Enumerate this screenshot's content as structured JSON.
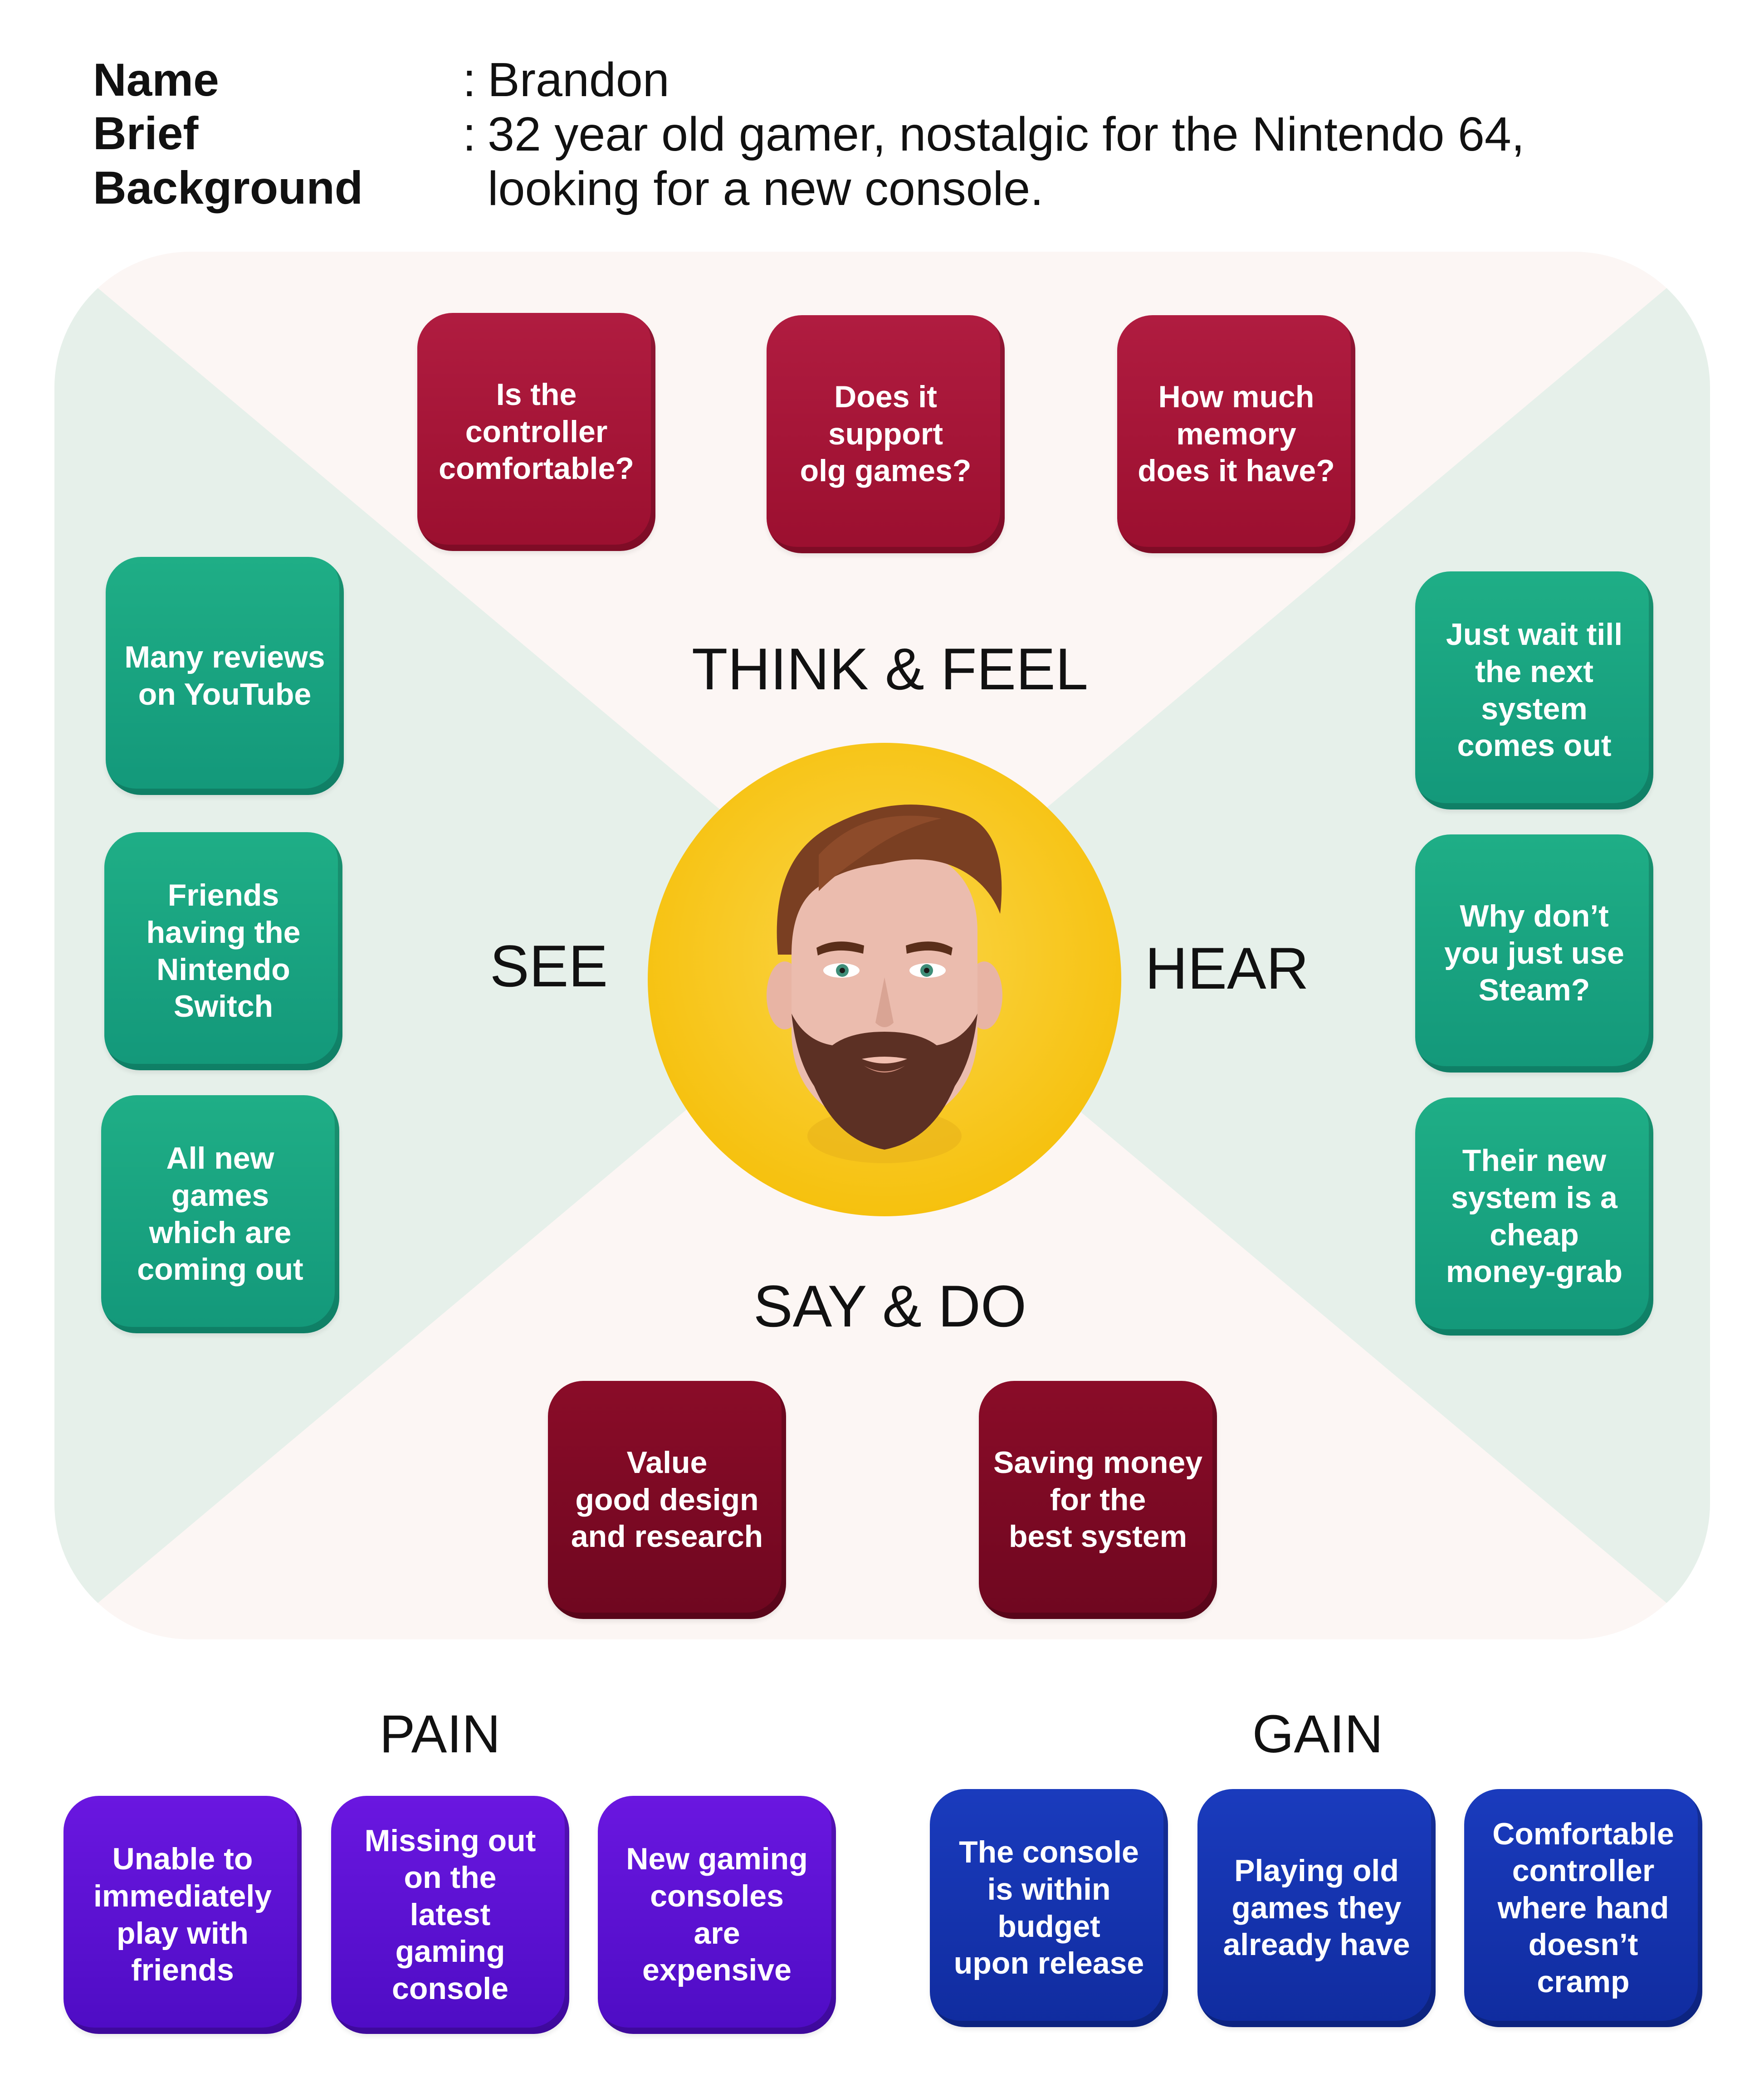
{
  "persona": {
    "name_label": "Name",
    "name_colon": ":",
    "name_value": "Brandon",
    "brief_label": "Brief",
    "background_label": "Background",
    "background_colon": ":",
    "background_line1": "32 year old gamer, nostalgic for the Nintendo 64,",
    "background_line2": "looking for a new console."
  },
  "quadrants": {
    "think_feel": "THINK & FEEL",
    "see": "SEE",
    "hear": "HEAR",
    "say_do": "SAY & DO"
  },
  "think_feel_cards": [
    "Is the\ncontroller\ncomfortable?",
    "Does it\nsupport\nolg games?",
    "How much\nmemory\ndoes it have?"
  ],
  "see_cards": [
    "Many reviews\non YouTube",
    "Friends\nhaving the\nNintendo\nSwitch",
    "All new\ngames\nwhich are\ncoming out"
  ],
  "hear_cards": [
    "Just wait till\nthe next\nsystem\ncomes out",
    "Why don’t\nyou just use\nSteam?",
    "Their new\nsystem is a\ncheap\nmoney-grab"
  ],
  "say_do_cards": [
    "Value\ngood design\nand research",
    "Saving money\nfor the\nbest system"
  ],
  "pain": {
    "label": "PAIN",
    "cards": [
      "Unable to\nimmediately\nplay with\nfriends",
      "Missing out\non the\nlatest\ngaming\nconsole",
      "New gaming\nconsoles\nare\nexpensive"
    ]
  },
  "gain": {
    "label": "GAIN",
    "cards": [
      "The console\nis within\nbudget\nupon release",
      "Playing old\ngames they\nalready have",
      "Comfortable\ncontroller\nwhere hand\ndoesn’t\ncramp"
    ]
  },
  "colors": {
    "think_card": "#a3163a",
    "say_card": "#7a0a25",
    "see_hear_card": "#18a07e",
    "pain_card": "#5a10d2",
    "gain_card": "#1534ae",
    "avatar_circle": "#f9c922",
    "green_region": "#e6f0ea",
    "pink_region": "#fcf6f4"
  },
  "icons": {
    "avatar": "bearded-man-avatar-icon"
  }
}
